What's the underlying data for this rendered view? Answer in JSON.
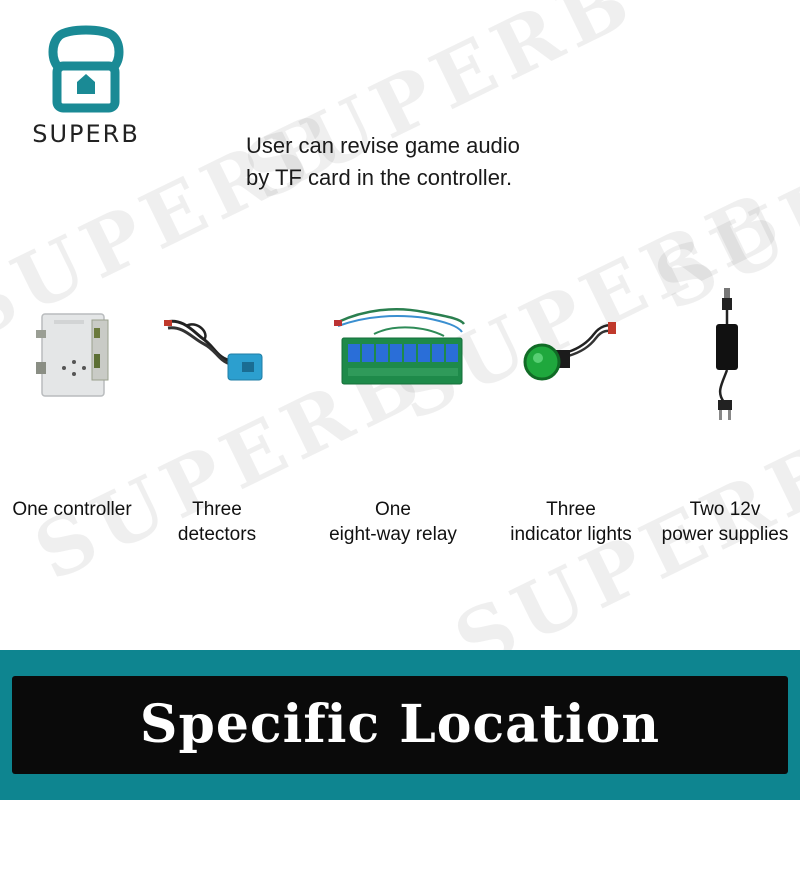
{
  "brand": {
    "name": "SUPERB",
    "logo_icon": "lock-house-icon",
    "logo_color": "#1a8a95",
    "watermark_text": "SUPERB"
  },
  "intro": {
    "line1": "User can revise game audio",
    "line2": "by TF card in the controller."
  },
  "products": [
    {
      "icon": "controller-board-icon",
      "line1": "One controller",
      "line2": ""
    },
    {
      "icon": "detector-sensor-icon",
      "line1": "Three",
      "line2": "detectors"
    },
    {
      "icon": "relay-board-icon",
      "line1": "One",
      "line2": "eight-way relay"
    },
    {
      "icon": "indicator-light-icon",
      "line1": "Three",
      "line2": "indicator lights"
    },
    {
      "icon": "power-adapter-icon",
      "line1": "Two 12v",
      "line2": "power supplies"
    }
  ],
  "banner": {
    "title": "Specific Location Detector",
    "background_color": "#0e8590"
  }
}
